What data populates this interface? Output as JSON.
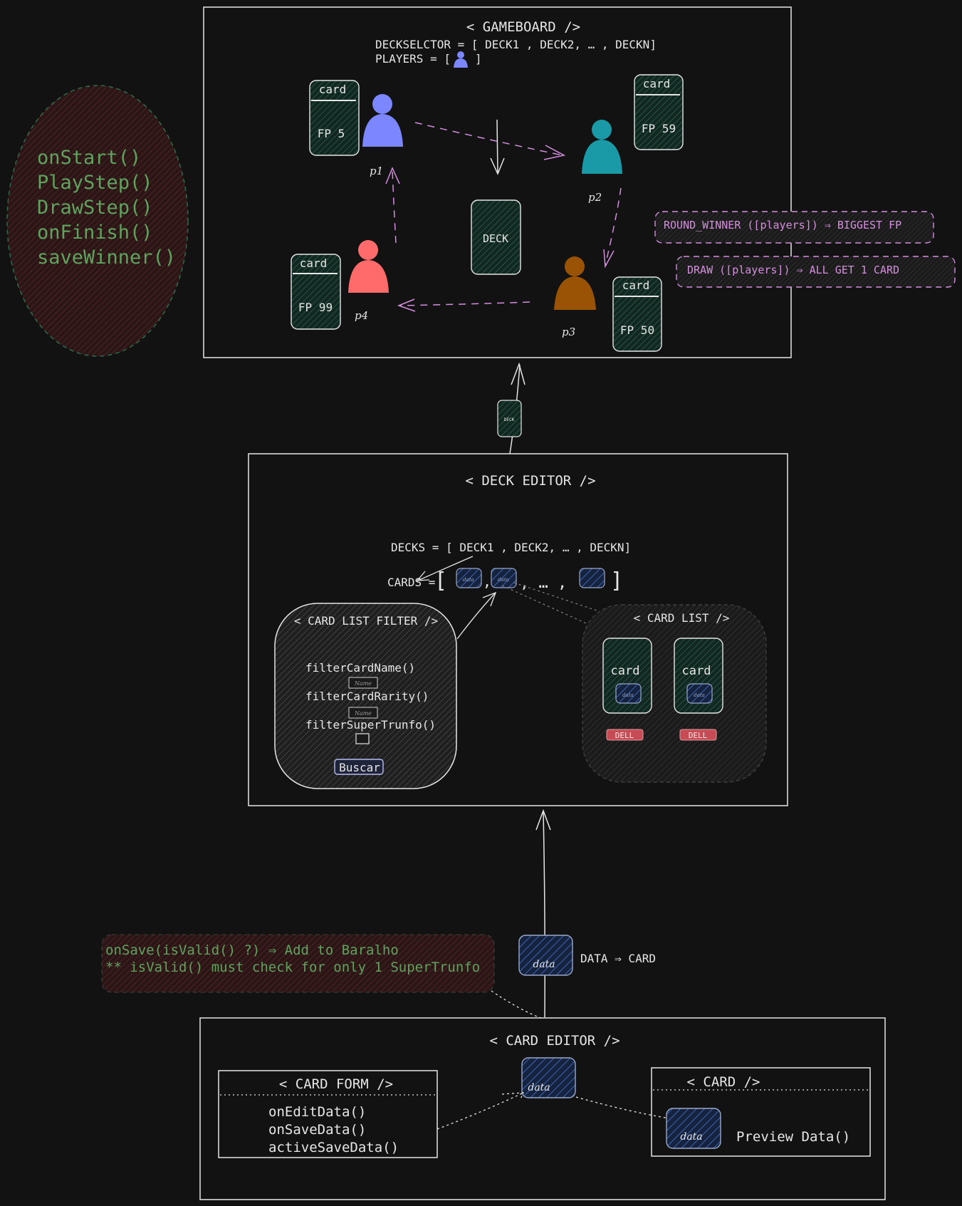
{
  "colors": {
    "background": "#121212",
    "stroke": "#e6e6e6",
    "green_text": "#5fa35f",
    "pink": "#d68ee0",
    "card_fill": "#16352c",
    "p1": "#7b86ff",
    "p2": "#1a9aa7",
    "p3": "#9a5304",
    "p4": "#ff6b6b",
    "data_fill": "#3d6fd8",
    "del_button": "#c64b55"
  },
  "lifecycle": {
    "methods": [
      "onStart()",
      "PlayStep()",
      "DrawStep()",
      "onFinish()",
      "saveWinner()"
    ]
  },
  "gameboard": {
    "title": "< GAMEBOARD />",
    "deck_selector": "DECKSELCTOR = [ DECK1 , DECK2, … , DECKN]",
    "players_open": "PLAYERS = [",
    "players_close": "]",
    "deck_label": "DECK",
    "players": [
      {
        "label": "p1",
        "card_title": "card",
        "card_fp": "FP 5",
        "color": "p1"
      },
      {
        "label": "p2",
        "card_title": "card",
        "card_fp": "FP 59",
        "color": "p2"
      },
      {
        "label": "p3",
        "card_title": "card",
        "card_fp": "FP 50",
        "color": "p3"
      },
      {
        "label": "p4",
        "card_title": "card",
        "card_fp": "FP 99",
        "color": "p4"
      }
    ]
  },
  "rules": {
    "round_winner": "ROUND_WINNER ([players]) ⇒ BIGGEST FP",
    "draw": "DRAW ([players]) ⇒ ALL GET 1 CARD"
  },
  "connector_deck_label": "DECK",
  "deck_editor": {
    "title": "< DECK EDITOR />",
    "decks": "DECKS = [ DECK1 , DECK2, … , DECKN]",
    "cards_label": "CARDS =",
    "cards_open": "[",
    "cards_close": "]",
    "cards_separator": ", … ,",
    "data_tag": "data",
    "filter": {
      "title": "< CARD LIST FILTER />",
      "methods": [
        "filterCardName()",
        "filterCardRarity()",
        "filterSuperTrunfo()"
      ],
      "input_placeholder": "Name",
      "search_button": "Buscar"
    },
    "card_list": {
      "title": "< CARD LIST />",
      "cards": [
        {
          "title": "card",
          "data": "data",
          "button": "DELL"
        },
        {
          "title": "card",
          "data": "data",
          "button": "DELL"
        }
      ]
    }
  },
  "save_note": {
    "line1": "onSave(isValid() ?) ⇒ Add to Baralho",
    "line2": "** isValid() must check for only 1 SuperTrunfo"
  },
  "data_card": {
    "data": "data",
    "label": "DATA ⇒ CARD"
  },
  "card_editor": {
    "title": "< CARD EDITOR />",
    "data": "data",
    "form": {
      "title": "< CARD FORM />",
      "methods": [
        "onEditData()",
        "onSaveData()",
        "activeSaveData()"
      ]
    },
    "card": {
      "title": "< CARD />",
      "data": "data",
      "preview": "Preview Data()"
    }
  }
}
